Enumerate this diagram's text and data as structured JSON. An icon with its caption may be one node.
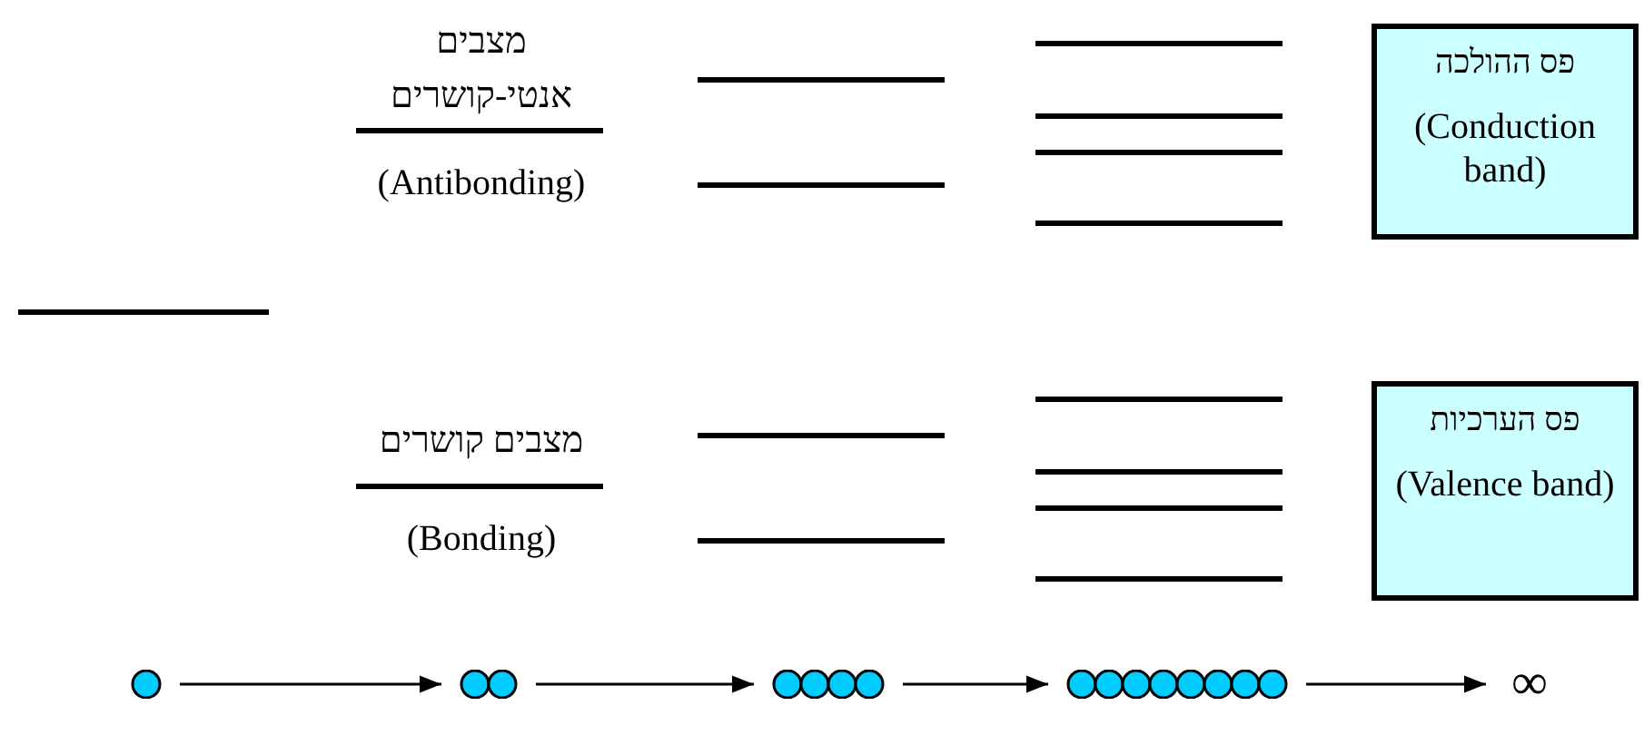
{
  "diagram": {
    "nodes": [
      {
        "text": [
          "פס ההולכה",
          "(Conduction band)"
        ]
      },
      {
        "text": [
          "פס הערכיות",
          "(Valence band)"
        ]
      },
      {
        "text": [],
        "shape": "circle"
      },
      {
        "text": [],
        "shape": "circle"
      },
      {
        "text": [],
        "shape": "circle"
      },
      {
        "text": [],
        "shape": "circle"
      },
      {
        "text": [
          "∞"
        ]
      }
    ],
    "edges": [
      {
        "from": 2,
        "to": 3,
        "arrow": "to"
      },
      {
        "from": 3,
        "to": 4,
        "arrow": "to"
      },
      {
        "from": 4,
        "to": 5,
        "arrow": "to"
      },
      {
        "from": 5,
        "to": 6,
        "arrow": "to"
      }
    ],
    "labels": [
      "מצבים אנטי-קושרים",
      "(Antibonding)",
      "מצבים קושרים",
      "(Bonding)"
    ]
  }
}
